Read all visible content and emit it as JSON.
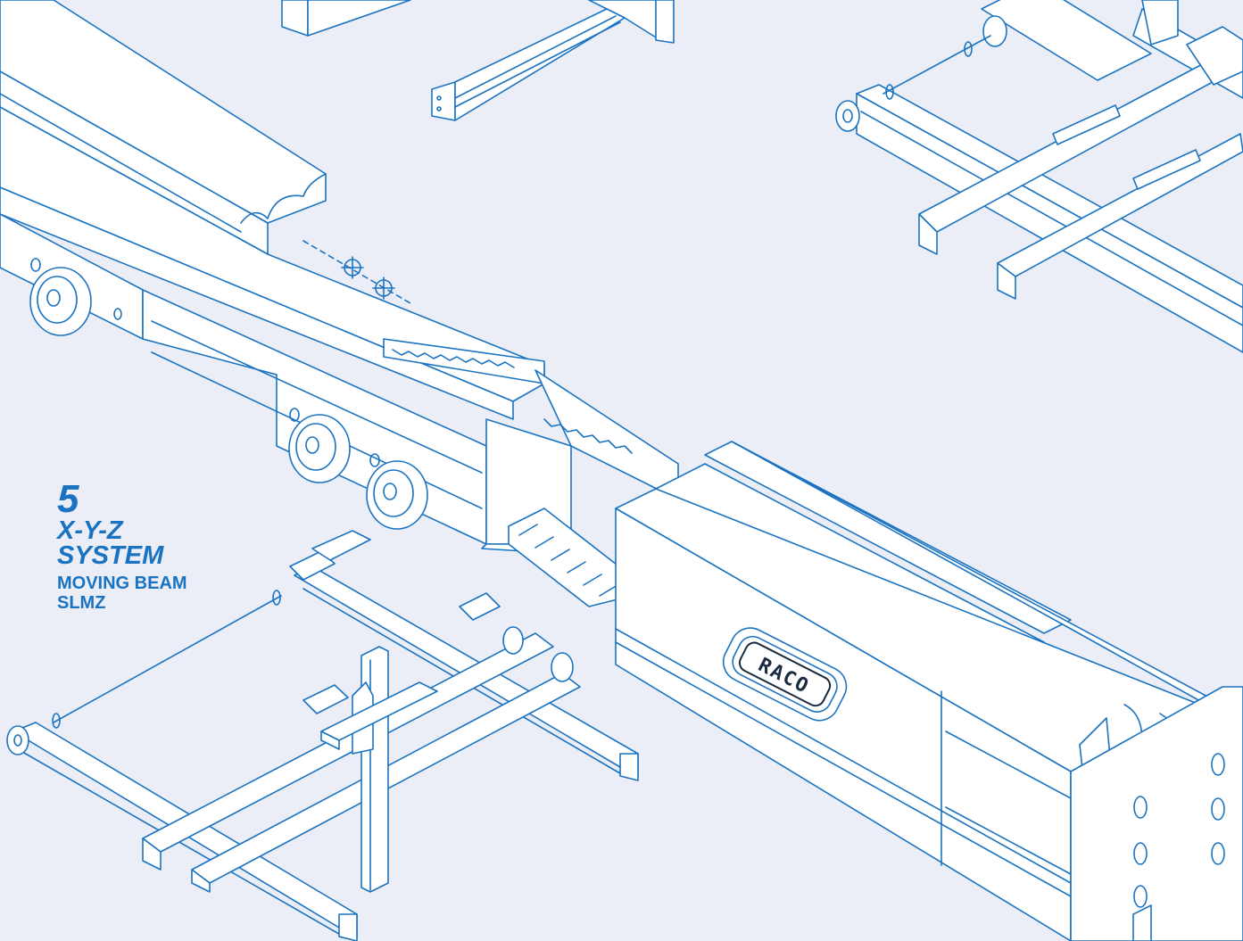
{
  "caption": {
    "number": "5",
    "system_line1": "X-Y-Z",
    "system_line2": "SYSTEM",
    "subtitle_line1": "MOVING BEAM",
    "subtitle_line2": "SLMZ"
  },
  "brand": {
    "logo_text": "RACO"
  },
  "colors": {
    "background": "#eceef7",
    "line": "#1a73c1",
    "badge_inner": "#1a2a40"
  }
}
